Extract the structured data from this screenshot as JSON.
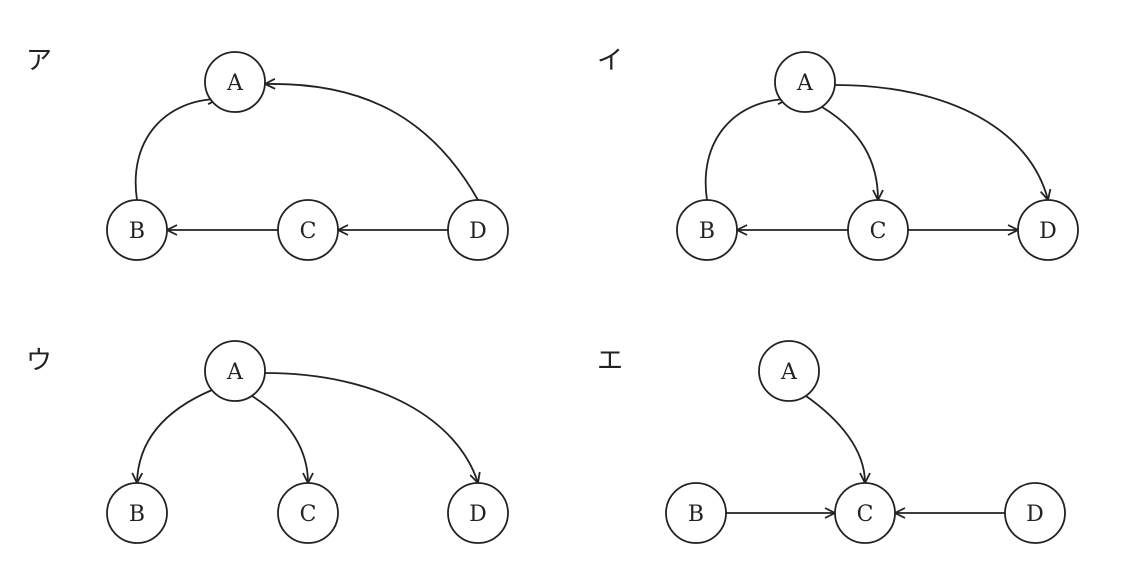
{
  "colors": {
    "ink": "#222222",
    "background": "#ffffff"
  },
  "options": [
    {
      "label": "ア",
      "nodes": [
        "A",
        "B",
        "C",
        "D"
      ],
      "edges": [
        [
          "B",
          "A"
        ],
        [
          "D",
          "A"
        ],
        [
          "C",
          "B"
        ],
        [
          "D",
          "C"
        ]
      ]
    },
    {
      "label": "イ",
      "nodes": [
        "A",
        "B",
        "C",
        "D"
      ],
      "edges": [
        [
          "B",
          "A"
        ],
        [
          "A",
          "C"
        ],
        [
          "A",
          "D"
        ],
        [
          "C",
          "B"
        ],
        [
          "C",
          "D"
        ]
      ]
    },
    {
      "label": "ウ",
      "nodes": [
        "A",
        "B",
        "C",
        "D"
      ],
      "edges": [
        [
          "A",
          "B"
        ],
        [
          "A",
          "C"
        ],
        [
          "A",
          "D"
        ]
      ]
    },
    {
      "label": "エ",
      "nodes": [
        "A",
        "B",
        "C",
        "D"
      ],
      "edges": [
        [
          "A",
          "C"
        ],
        [
          "B",
          "C"
        ],
        [
          "D",
          "C"
        ]
      ]
    }
  ]
}
